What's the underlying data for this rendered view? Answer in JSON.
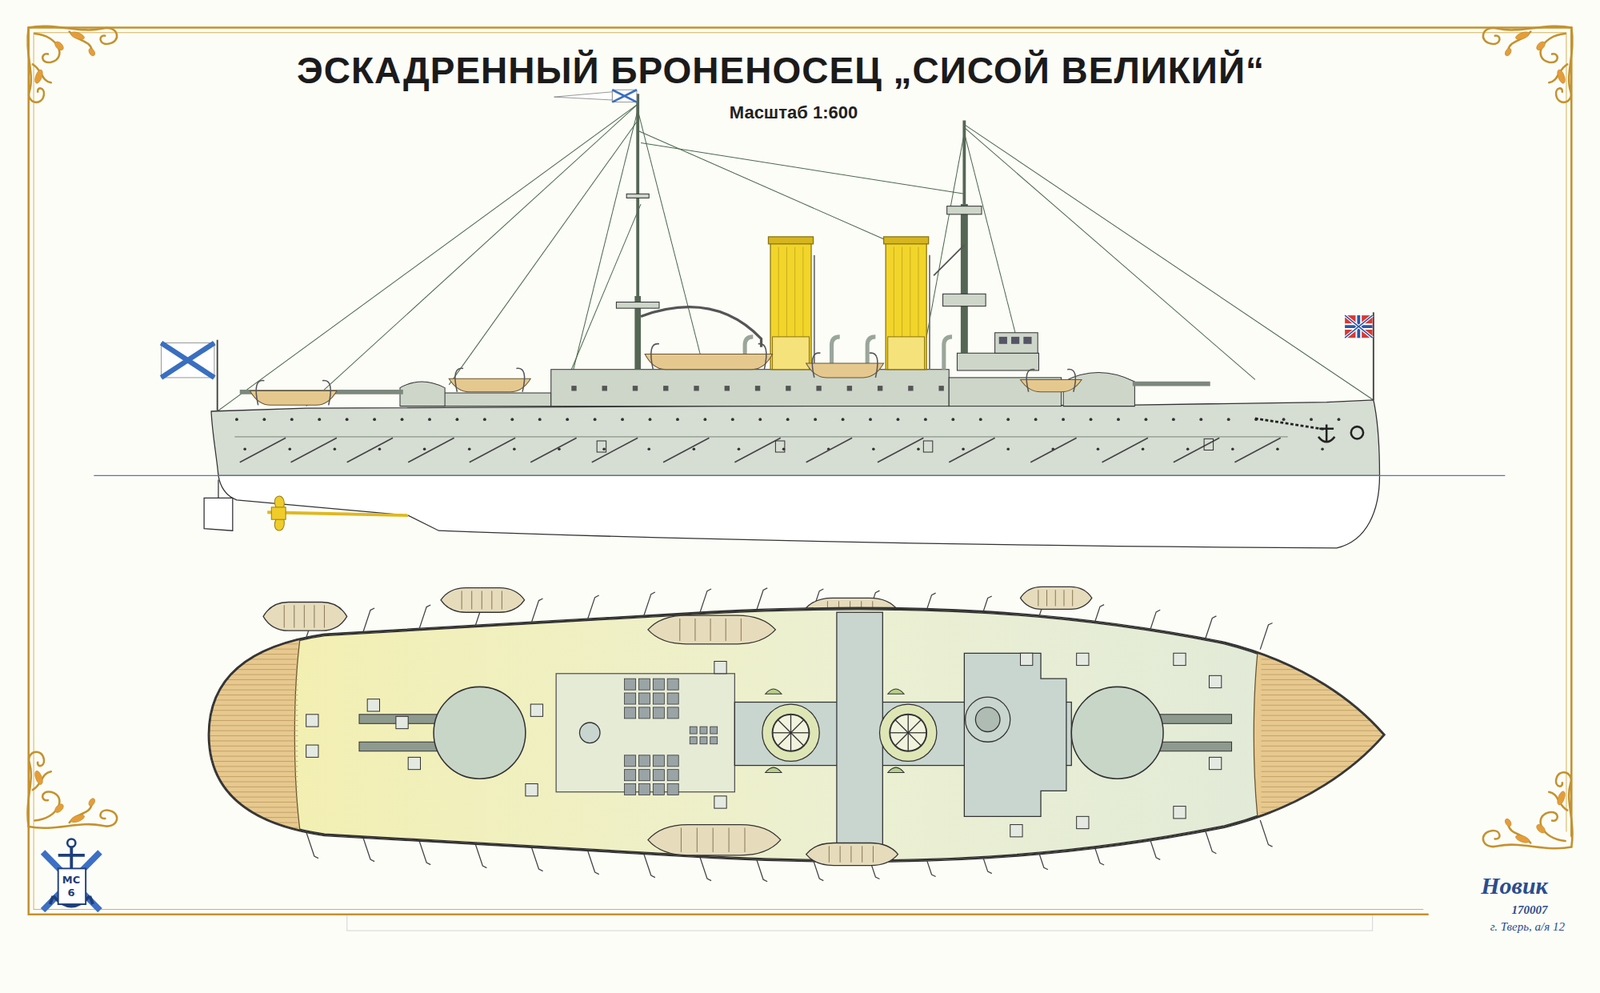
{
  "diagram": {
    "title": "ЭСКАДРЕННЫЙ БРОНЕНОСЕЦ „СИСОЙ ВЕЛИКИЙ“",
    "labels": [
      "Масштаб 1:600",
      "МС",
      "6",
      "Новик",
      "170007",
      "г. Тверь, а/я 12"
    ]
  }
}
